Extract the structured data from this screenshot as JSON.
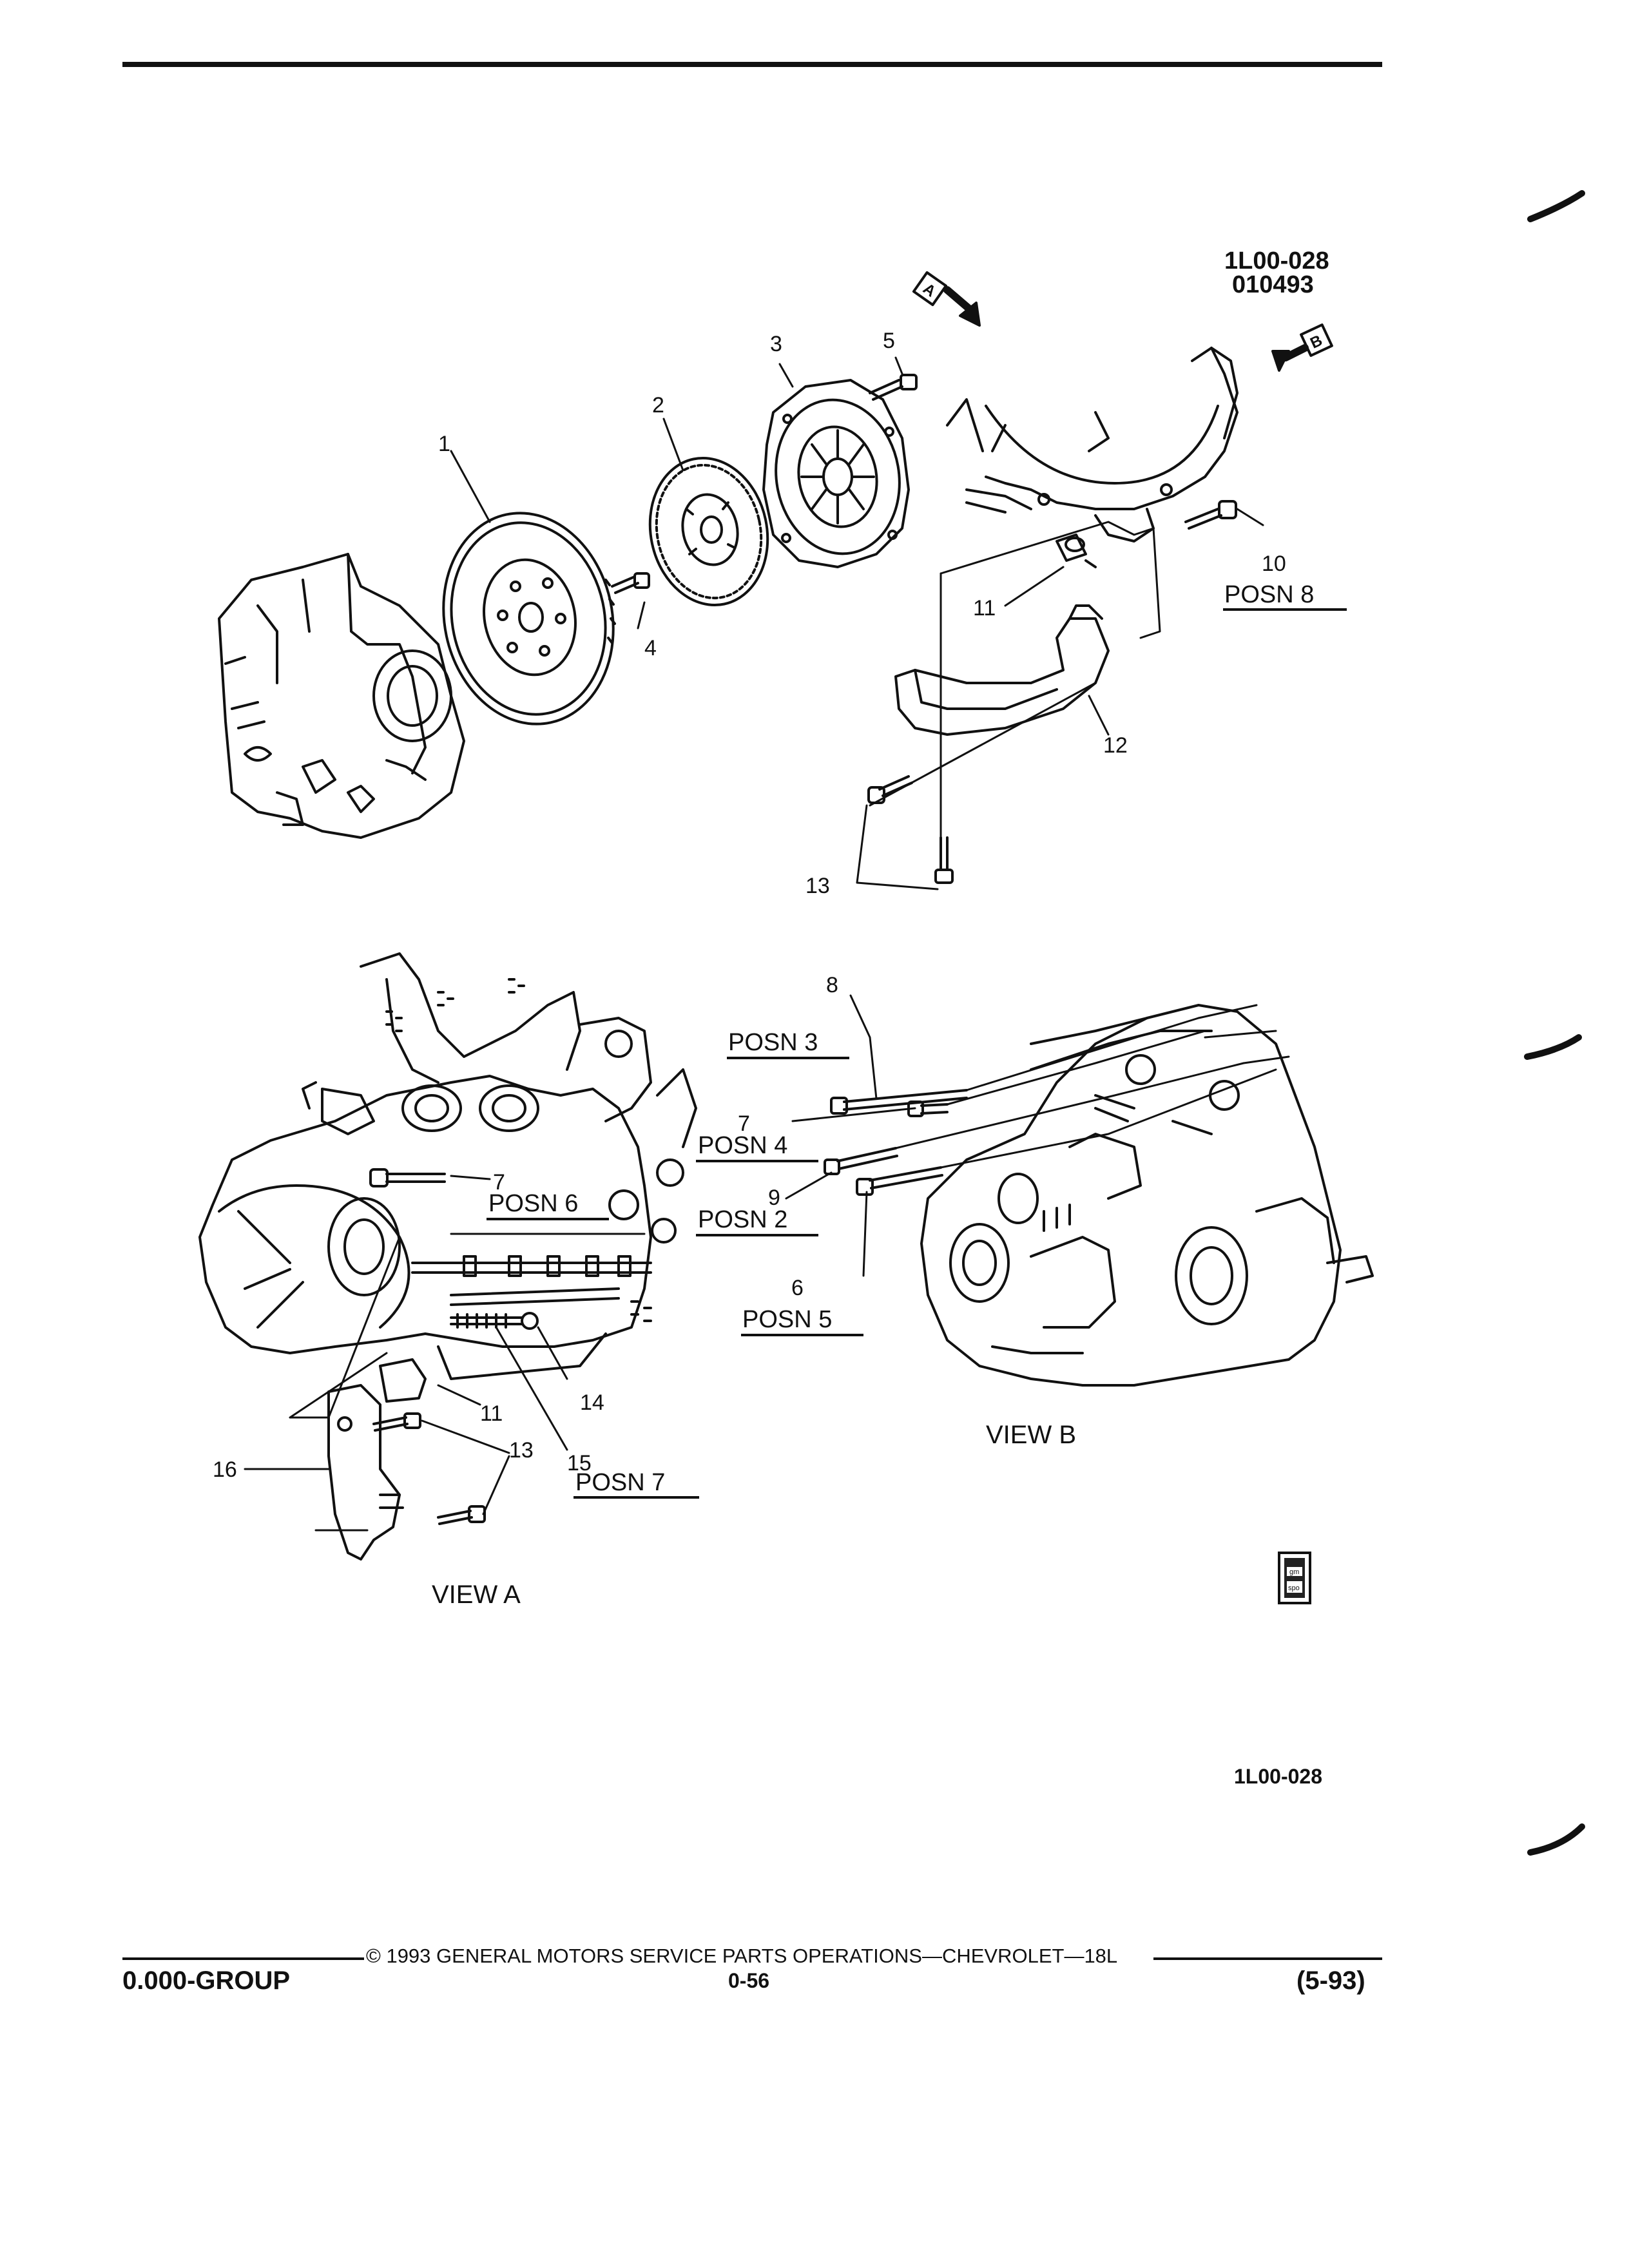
{
  "figure": {
    "code_line1": "1L00-028",
    "code_line2": "010493",
    "view_a_label": "VIEW  A",
    "view_b_label": "VIEW  B",
    "arrow_a": "A",
    "arrow_b": "B",
    "logo_text_top": "gm",
    "logo_text_bottom": "spo",
    "figure_code_bottom": "1L00-028",
    "callouts": {
      "c1": "1",
      "c2": "2",
      "c3": "3",
      "c4": "4",
      "c5": "5",
      "c10": "10",
      "c11": "11",
      "c12": "12",
      "c13": "13",
      "a7": "7",
      "a11": "11",
      "a13": "13",
      "a14": "14",
      "a15": "15",
      "a16": "16",
      "b8": "8",
      "b7": "7",
      "b9": "9",
      "b6": "6"
    },
    "positions": {
      "posn8": "POSN  8",
      "posn6": "POSN  6",
      "posn7": "POSN  7",
      "posn3": "POSN  3",
      "posn4": "POSN  4",
      "posn2": "POSN  2",
      "posn5": "POSN  5"
    }
  },
  "footer": {
    "copyright": "©  1993  GENERAL MOTORS SERVICE PARTS OPERATIONS—CHEVROLET—18L",
    "group": "0.000-GROUP",
    "page": "0-56",
    "date_code": "(5-93)"
  }
}
